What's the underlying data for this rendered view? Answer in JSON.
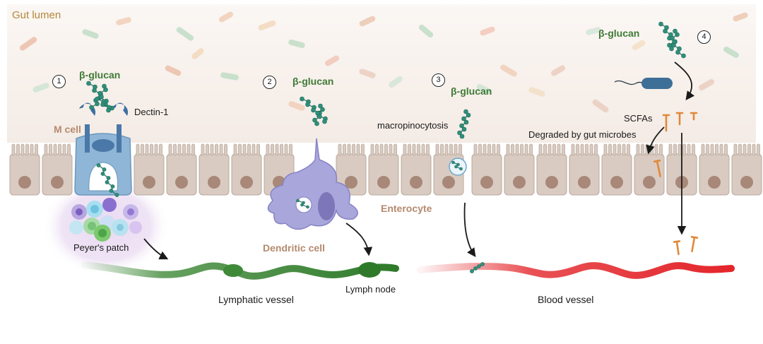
{
  "lumen_label": "Gut lumen",
  "steps": [
    {
      "number": "1",
      "glucan_label": "β-glucan",
      "receptor_label": "Dectin-1",
      "cell_label": "M cell",
      "patch_label": "Peyer's patch"
    },
    {
      "number": "2",
      "glucan_label": "β-glucan",
      "cell_label": "Dendritic cell"
    },
    {
      "number": "3",
      "glucan_label": "β-glucan",
      "uptake_label": "macropinocytosis",
      "cell_label": "Enterocyte"
    },
    {
      "number": "4",
      "glucan_label": "β-glucan",
      "product_label": "SCFAs",
      "process_label": "Degraded by gut microbes"
    }
  ],
  "vessels": {
    "lymphatic_label": "Lymphatic vessel",
    "node_label": "Lymph node",
    "blood_label": "Blood vessel"
  },
  "colors": {
    "glucan": "#2f8f7a",
    "lymphatic": "#3f8a38",
    "blood": "#e3262b",
    "m_cell": "#8fb6d6",
    "dendritic": "#a9a6dc",
    "epithelium": "#d9cbc1",
    "nucleus": "#a88878",
    "scfa": "#e0893a"
  }
}
